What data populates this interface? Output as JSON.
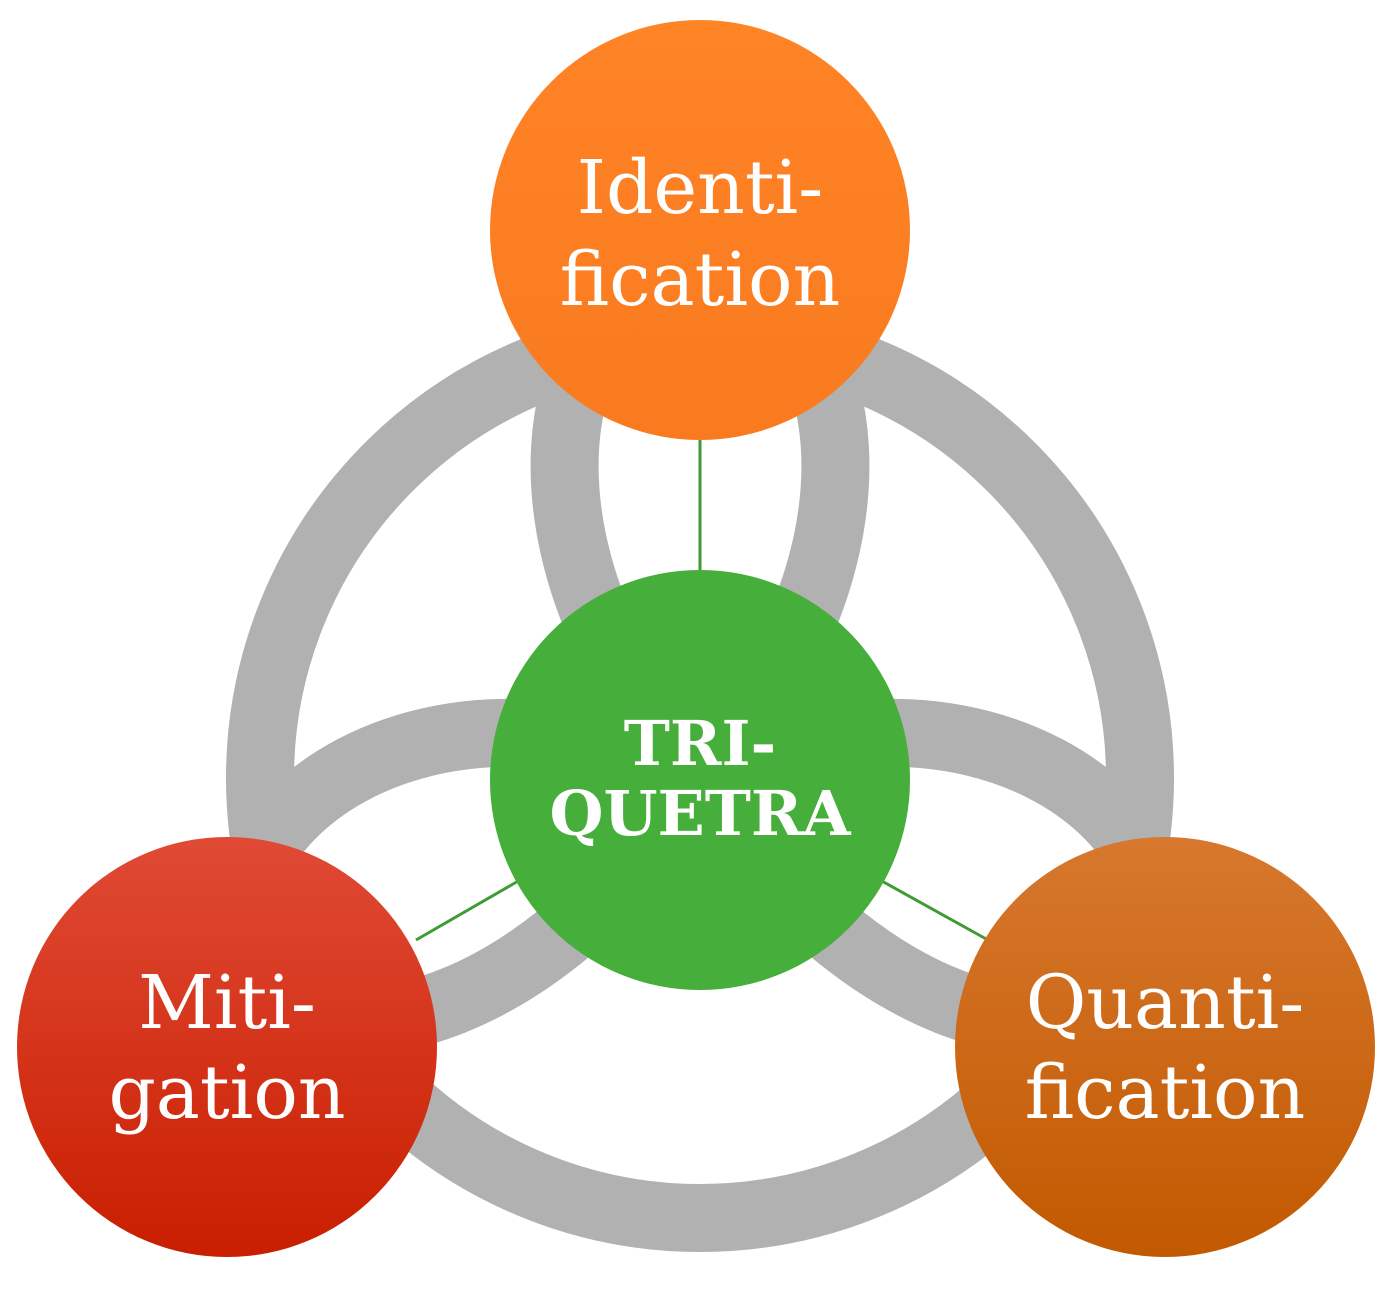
{
  "diagram": {
    "center": {
      "lines": [
        "TRI-",
        "QUETRA"
      ],
      "color": "#46AE3A"
    },
    "nodes": [
      {
        "id": "identification",
        "lines": [
          "Identi-",
          "fication"
        ],
        "color_top": "#FF8426",
        "color_bottom": "#F97A1F"
      },
      {
        "id": "mitigation",
        "lines": [
          "Miti-",
          "gation"
        ],
        "color_top": "#E04A35",
        "color_bottom": "#C91E00"
      },
      {
        "id": "quantification",
        "lines": [
          "Quanti-",
          "fication"
        ],
        "color_top": "#D7782E",
        "color_bottom": "#C25900"
      }
    ],
    "ring_color": "#B1B1B1",
    "connector_color": "#3E9B35"
  }
}
